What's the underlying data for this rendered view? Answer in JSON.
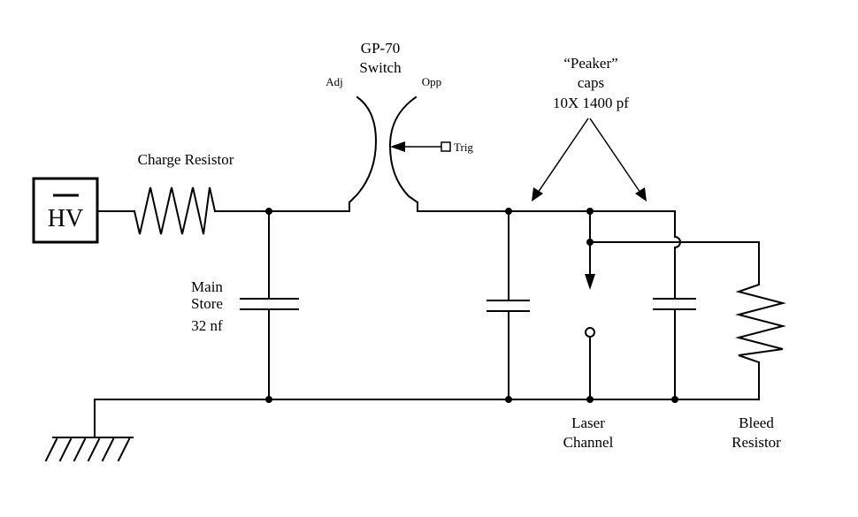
{
  "labels": {
    "hv": "HV",
    "charge_resistor": "Charge  Resistor",
    "switch_line1": "GP-70",
    "switch_line2": "Switch",
    "adj": "Adj",
    "opp": "Opp",
    "trig": "Trig",
    "peaker_line1": "“Peaker”",
    "peaker_line2": "caps",
    "peaker_line3": "10X 1400 pf",
    "main_store_line1": "Main",
    "main_store_line2": "Store",
    "main_store_line3": "32 nf",
    "laser_line1": "Laser",
    "laser_line2": "Channel",
    "bleed_line1": "Bleed",
    "bleed_line2": "Resistor"
  }
}
